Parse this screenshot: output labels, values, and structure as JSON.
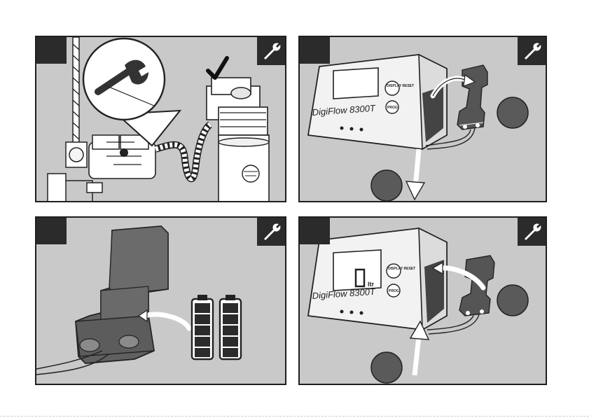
{
  "panels": [
    {
      "id": "panel-1",
      "has_step_number": false,
      "tool": "wrench-icon",
      "scene": "shutoff-valve-hose-filter-head",
      "extra_icon": "checkmark-icon"
    },
    {
      "id": "panel-2",
      "has_step_number": false,
      "tool": "wrench-icon",
      "scene": "remove-battery-pack"
    },
    {
      "id": "panel-3",
      "has_step_number": false,
      "tool": "wrench-icon",
      "scene": "insert-batteries"
    },
    {
      "id": "panel-4",
      "has_step_number": false,
      "tool": "wrench-icon",
      "scene": "reinstall-battery-pack"
    }
  ],
  "device": {
    "brand_label": "DigiFlow 8300T",
    "buttons": [
      "DISPLAY RESET",
      "PROG"
    ],
    "display_unit": "ltr"
  },
  "colors": {
    "panel_bg": "#c9c9c9",
    "frame": "#1f1f1f",
    "dark_fill": "#2b2b2b",
    "device_body": "#f2f2f2",
    "battery_pack": "#5a5a5a"
  }
}
